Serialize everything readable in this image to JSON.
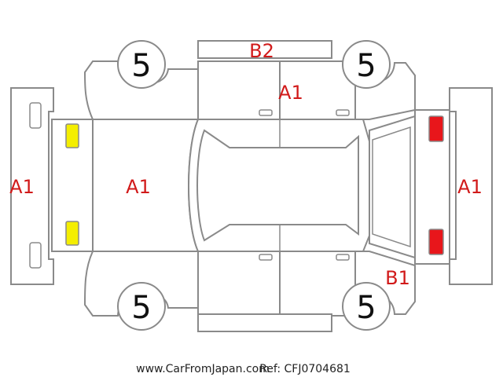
{
  "colors": {
    "mark": "#d11a1a",
    "outline": "#8a8a8a",
    "lamp_front": "#f4ee00",
    "lamp_rear": "#e8161b",
    "text": "#111111"
  },
  "damage_marks": {
    "front_bumper": "A1",
    "hood": "A1",
    "right_side_top": "B2",
    "right_rear_door": "A1",
    "rear_bumper": "A1",
    "left_rear_quarter": "B1"
  },
  "tires": {
    "front_right": "5",
    "rear_right": "5",
    "front_left": "5",
    "rear_left": "5"
  },
  "footer": {
    "site": "www.CarFromJapan.com",
    "ref": "Ref: CFJ0704681"
  }
}
